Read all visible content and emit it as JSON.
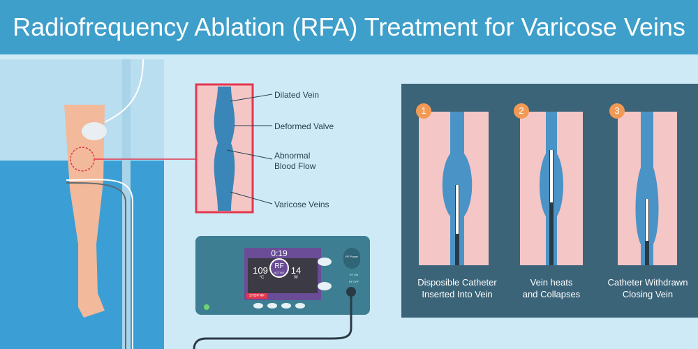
{
  "title": "Radiofrequency Ablation (RFA) Treatment for Varicose Veins",
  "inset_labels": [
    "Dilated Vein",
    "Deformed Valve",
    "Abnormal\nBlood Flow",
    "Varicose Veins"
  ],
  "steps": [
    {
      "number": "1",
      "caption_line1": "Disposible Catheter",
      "caption_line2": "Inserted Into Vein"
    },
    {
      "number": "2",
      "caption_line1": "Vein heats",
      "caption_line2": "and Collapses"
    },
    {
      "number": "3",
      "caption_line1": "Catheter Withdrawn",
      "caption_line2": "Closing Vein"
    }
  ],
  "device": {
    "timer": "0:19",
    "temperature": "109",
    "temperature_unit": "°C",
    "power": "14",
    "power_unit": "W",
    "center_label": "RF",
    "center_sub": "ACTIVE",
    "stop_label": "STOP RF",
    "power_button": "RF Power",
    "rf_on": "RF ON",
    "rf_off": "RF OFF"
  },
  "colors": {
    "title_bar": "#3d9fca",
    "background": "#cfeaf7",
    "panel": "#3b6479",
    "accent": "#f29a55",
    "inset_border": "#e2384f"
  }
}
